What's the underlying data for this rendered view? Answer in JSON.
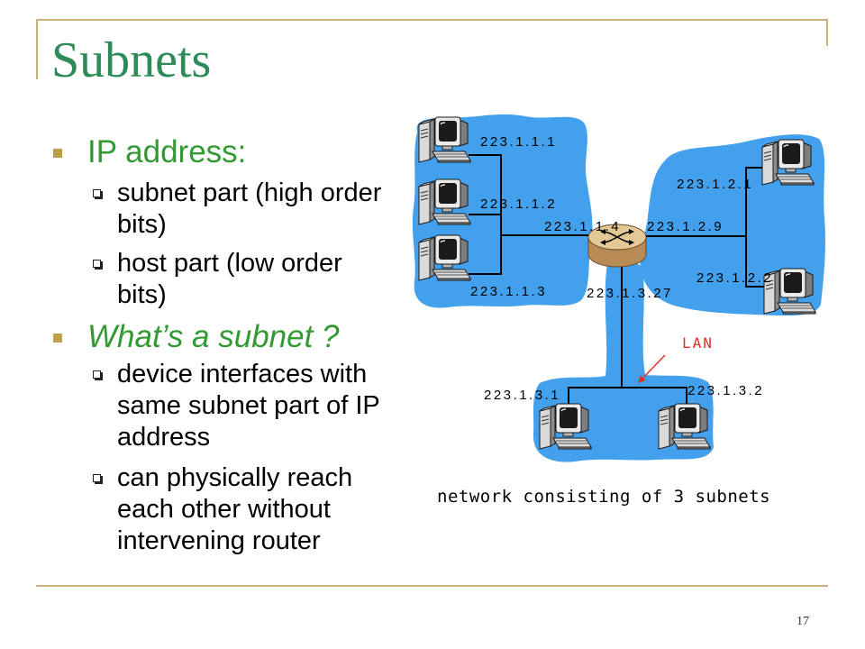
{
  "slide": {
    "title": "Subnets",
    "page_number": "17"
  },
  "colors": {
    "title": "#2e8b57",
    "heading": "#339933",
    "accent_rule": "#c8b27b",
    "bullet": "#bfa04a",
    "subnet_fill": "#43a0ec",
    "lan_label": "#e0302a"
  },
  "bullets": [
    {
      "text": "IP address:",
      "sub": [
        "subnet part (high order bits)",
        "host part (low order bits)"
      ]
    },
    {
      "text": "What’s a subnet ?",
      "sub": [
        "device interfaces with same subnet part of IP address",
        "can physically reach each other without intervening router"
      ]
    }
  ],
  "diagram": {
    "caption": "network consisting of 3 subnets",
    "lan_label": "LAN",
    "device_icons": {
      "host": "desktop-computer-icon",
      "router": "router-icon"
    },
    "subnets": [
      {
        "interfaces": [
          "223.1.1.1",
          "223.1.1.2",
          "223.1.1.3",
          "223.1.1.4"
        ]
      },
      {
        "interfaces": [
          "223.1.2.1",
          "223.1.2.2",
          "223.1.2.9"
        ]
      },
      {
        "interfaces": [
          "223.1.3.1",
          "223.1.3.2",
          "223.1.3.27"
        ]
      }
    ]
  }
}
